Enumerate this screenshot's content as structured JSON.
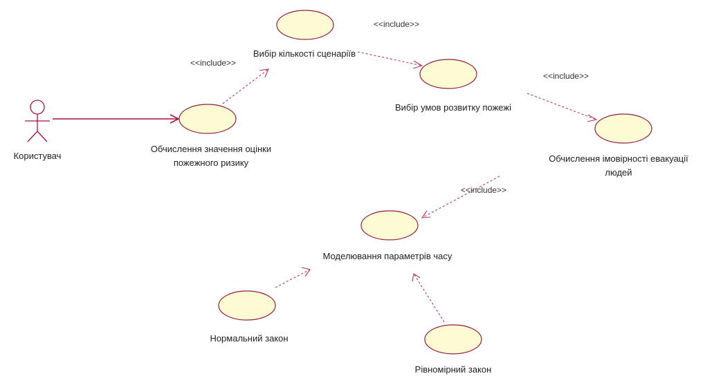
{
  "actor": {
    "label": "Користувач"
  },
  "use_cases": {
    "scenario_count": "Вибір кількості сценаріїв",
    "fire_conditions": "Вибір умов розвитку пожежі",
    "risk_line1": "Обчислення значення оцінки",
    "risk_line2": "пожежного ризику",
    "evac_line1": "Обчислення імовірності евакуації",
    "evac_line2": "людей",
    "time_params": "Моделювання параметрів часу",
    "normal_law": "Нормальний закон",
    "uniform_law": "Рівномірний закон"
  },
  "stereotypes": {
    "include_1": "<<include>>",
    "include_2": "<<include>>",
    "include_3": "<<include>>",
    "include_4": "<<include>>"
  },
  "colors": {
    "ellipse_fill": "#fdfbd3",
    "ellipse_stroke": "#8f1d3c",
    "line": "#a4113a",
    "dashed": "#b2375d"
  }
}
